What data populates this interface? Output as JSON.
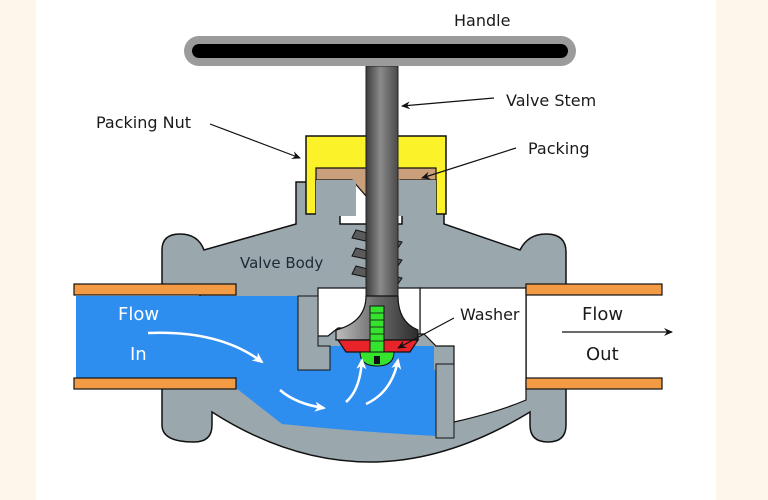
{
  "diagram": {
    "title": "Globe valve cross-section",
    "colors": {
      "background": "#fdf6ea",
      "panel": "#ffffff",
      "valve_body": "#9aa7ad",
      "water": "#2e8ef0",
      "pipe": "#f39a45",
      "packing_nut": "#fbf22a",
      "packing": "#caa07c",
      "washer": "#e8242a",
      "screw": "#35e22d",
      "handle_outer": "#9b9b9b",
      "handle_inner": "#000000",
      "stem": "#6f6f6f",
      "outline": "#111111"
    },
    "labels": {
      "handle": "Handle",
      "valve_stem": "Valve Stem",
      "packing_nut": "Packing Nut",
      "packing": "Packing",
      "valve_body": "Valve Body",
      "washer": "Washer",
      "flow_in_line1": "Flow",
      "flow_in_line2": "In",
      "flow_out_line1": "Flow",
      "flow_out_line2": "Out"
    }
  }
}
